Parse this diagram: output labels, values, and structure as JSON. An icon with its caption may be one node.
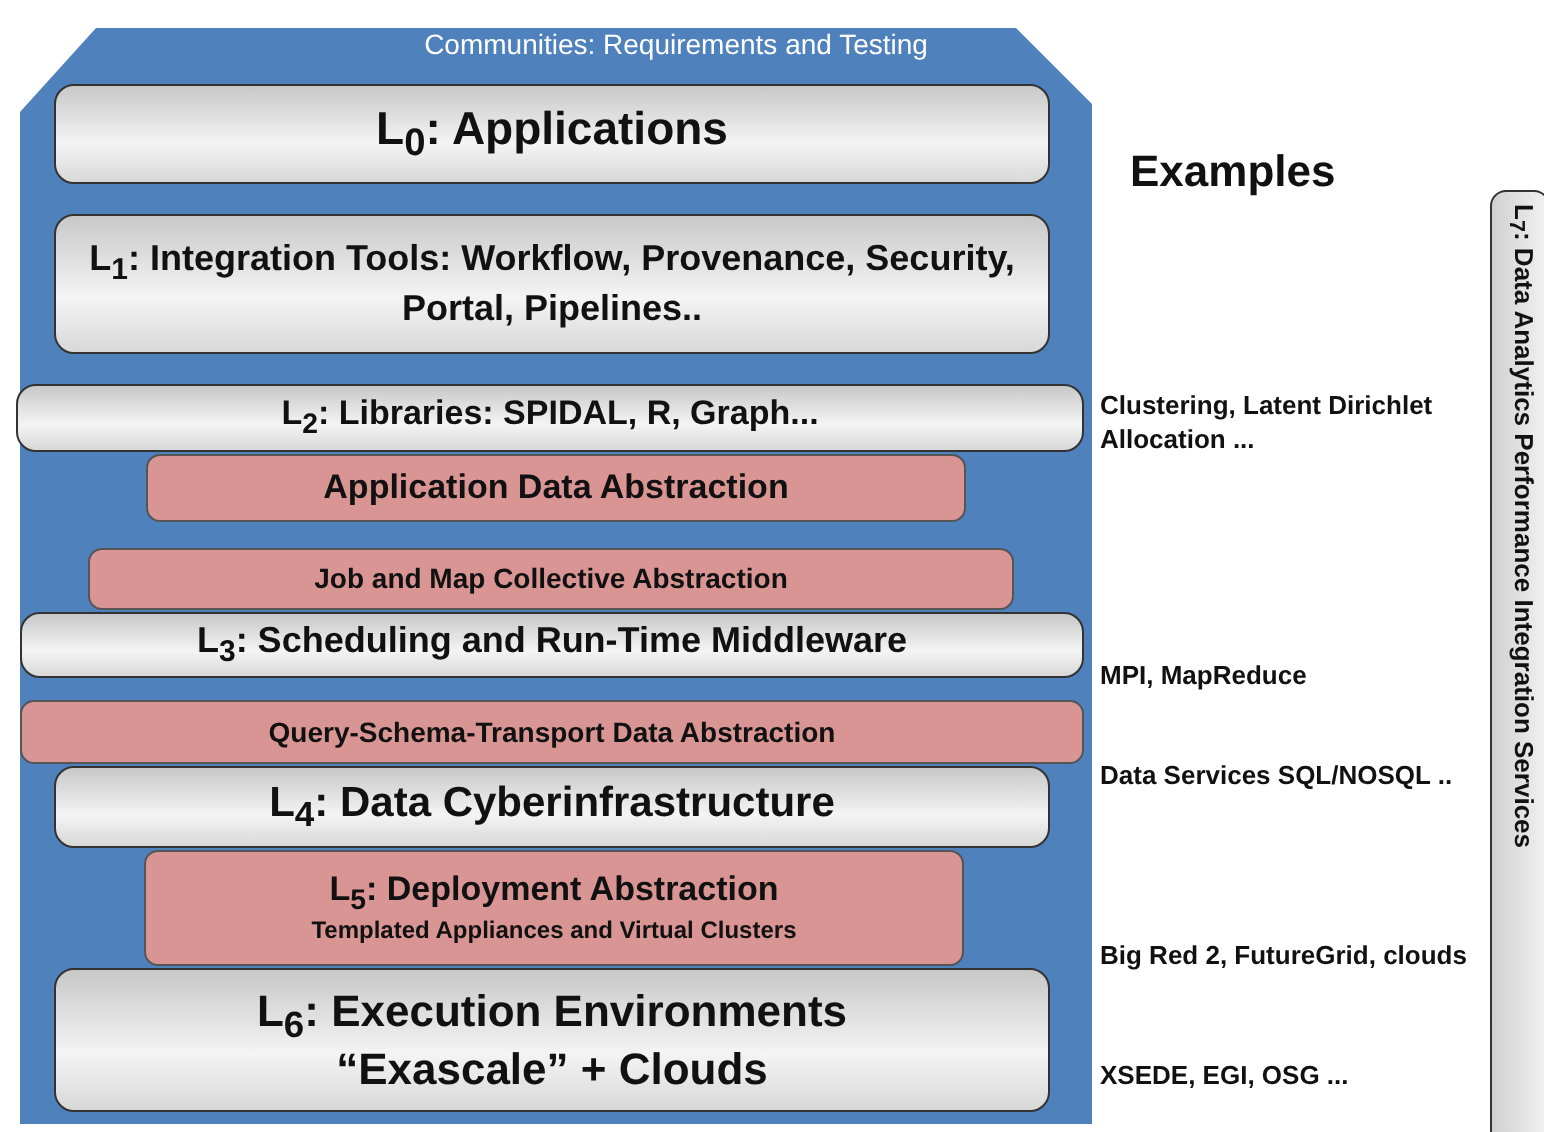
{
  "diagram": {
    "nodes": [
      {
        "text": [
          "Communities: Requirements and Testing"
        ]
      },
      {
        "text": [
          "L$_{0}$: Applications"
        ],
        "in": 0
      },
      {
        "text": [
          "L$_{1}$: Integration Tools: Workflow, Provenance, Security, Portal, Pipelines.."
        ],
        "in": 0
      },
      {
        "text": [
          "L$_{2}$: Libraries: SPIDAL, R, Graph..."
        ],
        "in": 0
      },
      {
        "text": [
          "Application Data Abstraction"
        ],
        "in": 0
      },
      {
        "text": [
          "Job and Map Collective Abstraction"
        ],
        "in": 0
      },
      {
        "text": [
          "L$_{3}$: Scheduling and Run-Time Middleware"
        ],
        "in": 0
      },
      {
        "text": [
          "Query-Schema-Transport  Data Abstraction"
        ],
        "in": 0
      },
      {
        "text": [
          "L$_{4}$: Data Cyberinfrastructure"
        ],
        "in": 0
      },
      {
        "text": [
          "L$_{5}$: Deployment Abstraction",
          "Templated Appliances and Virtual Clusters"
        ],
        "in": 0
      },
      {
        "text": [
          "L$_{6}$: Execution Environments",
          "“Exascale” + Clouds"
        ],
        "in": 0
      },
      {
        "text": [
          "L$_{7}$: Data Analytics Performance Integration Services"
        ]
      }
    ],
    "labels": [
      "Examples",
      "Clustering, Latent Dirichlet Allocation ...",
      "MPI, MapReduce",
      "Data Services SQL/NOSQL ..",
      "Big Red 2, FutureGrid, clouds",
      "XSEDE, EGI, OSG ..."
    ]
  }
}
